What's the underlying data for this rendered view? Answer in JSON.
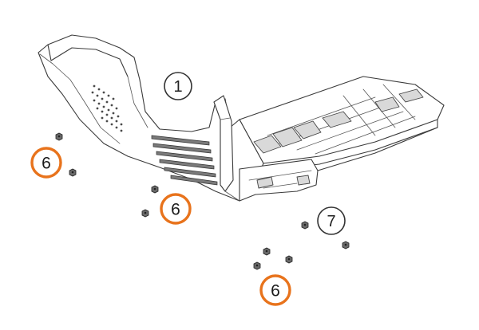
{
  "callouts": {
    "part_1": "1",
    "part_7": "7",
    "fastener_left": "6",
    "fastener_middle": "6",
    "fastener_bottom": "6"
  },
  "colors": {
    "highlight_ring": "#e8731c",
    "line_art": "#3a3a3a",
    "plain_ring": "#333333"
  },
  "icons": {
    "part": "skid-plate-drawing",
    "fastener": "bolt-icon"
  }
}
